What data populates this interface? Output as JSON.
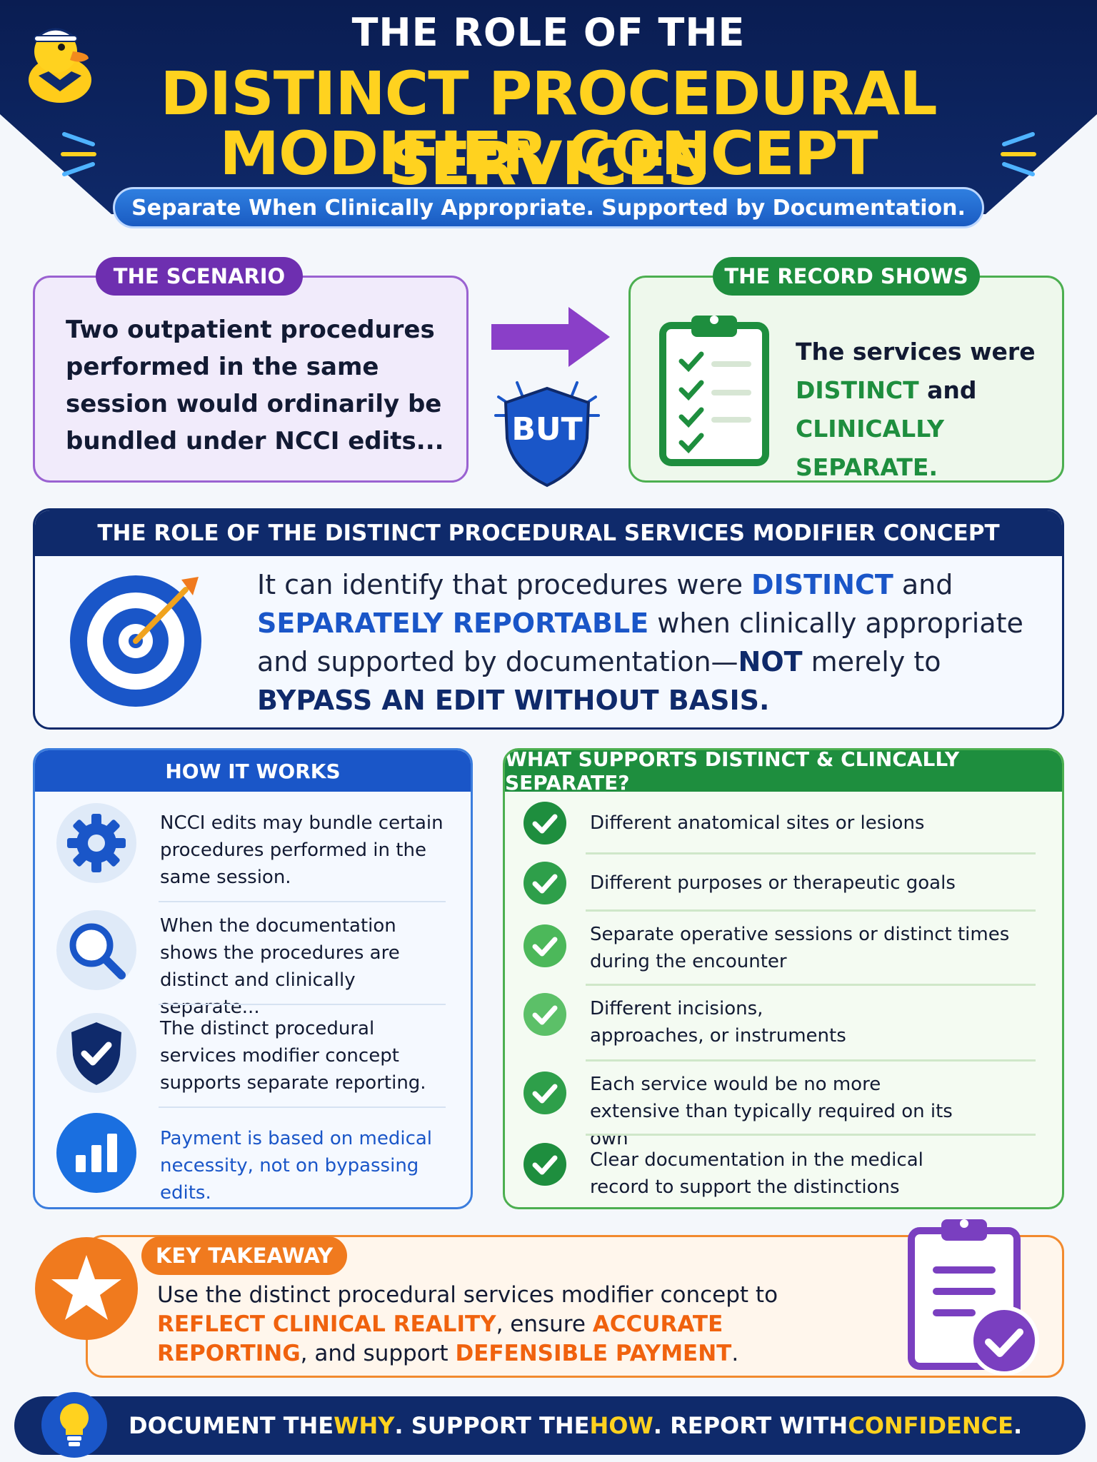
{
  "header": {
    "title_top": "THE ROLE OF THE",
    "title_line1": "DISTINCT PROCEDURAL SERVICES",
    "title_line2": "MODIFIER CONCEPT",
    "subtitle": "Separate When Clinically Appropriate. Supported by Documentation."
  },
  "scenario": {
    "label": "THE SCENARIO",
    "text": "Two outpatient procedures performed in the same session would ordinarily be bundled under NCCI edits..."
  },
  "connector": {
    "but_label": "BUT"
  },
  "record": {
    "label": "THE RECORD SHOWS",
    "text_pre": "The services were",
    "highlight1": "DISTINCT",
    "text_mid": "and",
    "highlight2": "CLINICALLY SEPARATE."
  },
  "role": {
    "header": "THE ROLE OF THE DISTINCT PROCEDURAL SERVICES MODIFIER CONCEPT",
    "t1": "It can identify that procedures were ",
    "b1": "DISTINCT",
    "t2": " and ",
    "b2": "SEPARATELY REPORTABLE",
    "t3": " when clinically appropriate and supported by documentation—",
    "b3": "NOT",
    "t4": " merely to ",
    "b4": "BYPASS AN EDIT WITHOUT BASIS."
  },
  "how": {
    "header": "HOW IT WORKS",
    "items": [
      {
        "icon": "gear-icon",
        "text": "NCCI edits may bundle certain procedures performed in the same session."
      },
      {
        "icon": "magnifier-icon",
        "text": "When the documentation shows the procedures are distinct and clinically separate..."
      },
      {
        "icon": "shield-check-icon",
        "text": "The distinct procedural services modifier concept supports separate reporting."
      },
      {
        "icon": "bar-chart-icon",
        "text": "Payment is based on medical necessity, not on bypassing edits."
      }
    ]
  },
  "supports": {
    "header": "WHAT SUPPORTS DISTINCT & CLINCALLY SEPARATE?",
    "items": [
      "Different anatomical sites or lesions",
      "Different purposes or therapeutic goals",
      "Separate operative sessions or distinct times during the encounter",
      "Different incisions, approaches, or instruments",
      "Each service would be no more extensive than typically required on its own",
      "Clear documentation in the medical record to support the distinctions"
    ]
  },
  "takeaway": {
    "label": "KEY TAKEAWAY",
    "t1": "Use the distinct procedural services modifier concept to ",
    "h1": "REFLECT CLINICAL REALITY",
    "t2": ", ensure ",
    "h2": "ACCURATE REPORTING",
    "t3": ", and support ",
    "h3": "DEFENSIBLE PAYMENT",
    "t4": "."
  },
  "footer": {
    "p1": "DOCUMENT THE ",
    "y1": "WHY",
    "p2": ". SUPPORT THE ",
    "y2": "HOW",
    "p3": ". REPORT WITH ",
    "y3": "CONFIDENCE",
    "p4": "."
  },
  "colors": {
    "navy": "#0f2a6b",
    "yellow": "#ffd21f",
    "purple": "#6e2fb0",
    "green": "#1e8e3e",
    "blue": "#1a56c8",
    "orange": "#f07a1e"
  }
}
